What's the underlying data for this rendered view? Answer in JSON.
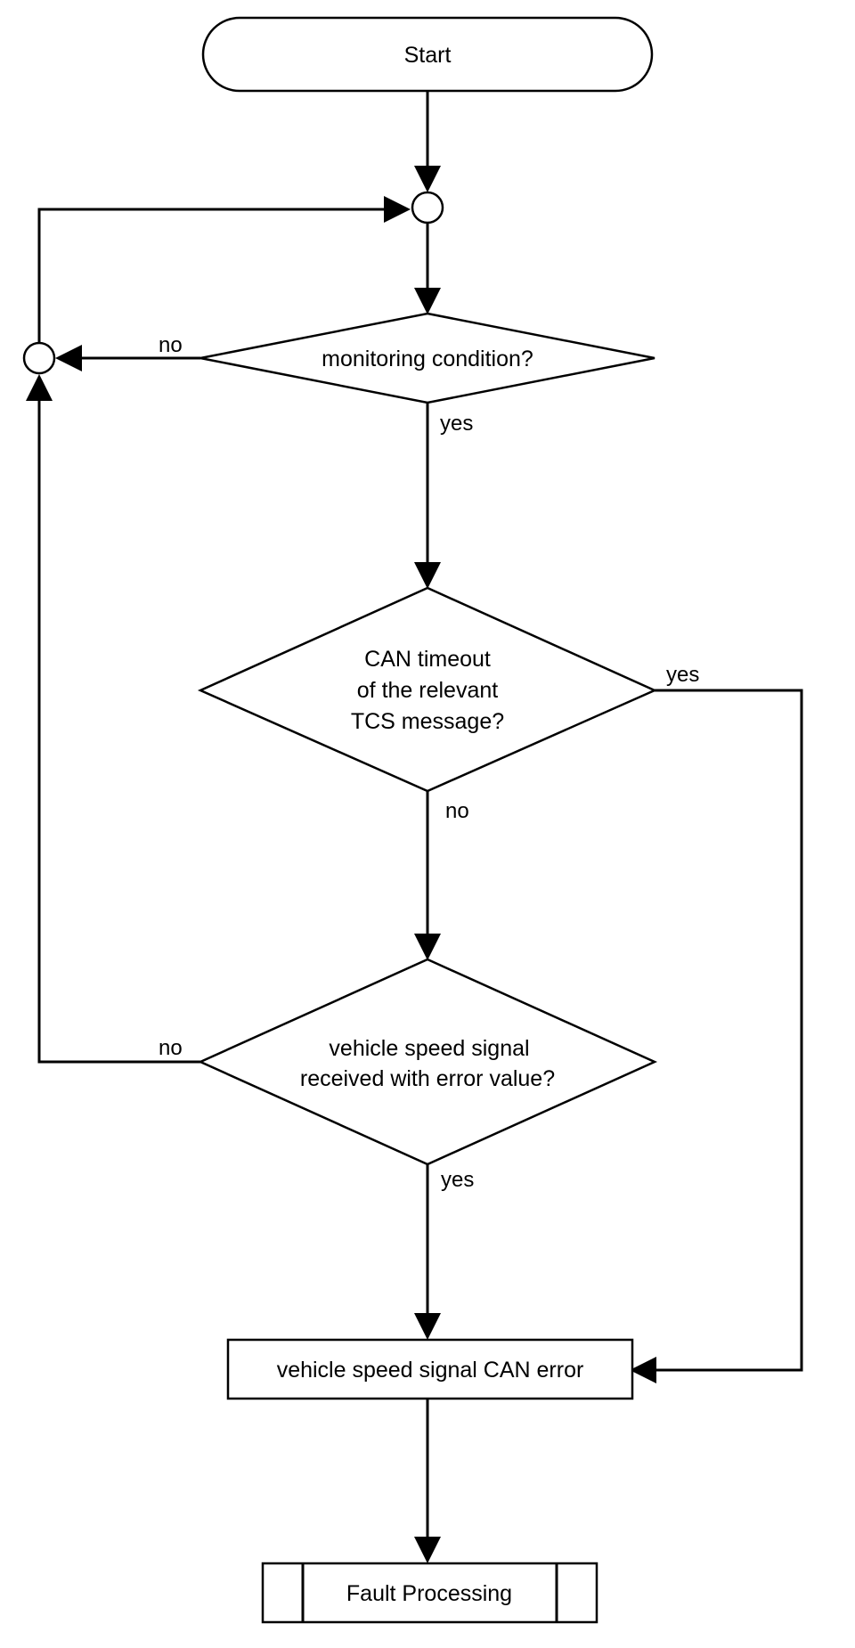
{
  "nodes": {
    "start": "Start",
    "monitoring_condition": "monitoring condition?",
    "can_timeout": [
      "CAN timeout",
      "of the relevant",
      "TCS message?"
    ],
    "speed_error_value": [
      "vehicle speed signal",
      "received with error value?"
    ],
    "can_error": "vehicle speed signal CAN error",
    "fault_processing": "Fault Processing"
  },
  "edges": {
    "monitoring_no": "no",
    "monitoring_yes": "yes",
    "timeout_yes": "yes",
    "timeout_no": "no",
    "speed_no": "no",
    "speed_yes": "yes"
  }
}
